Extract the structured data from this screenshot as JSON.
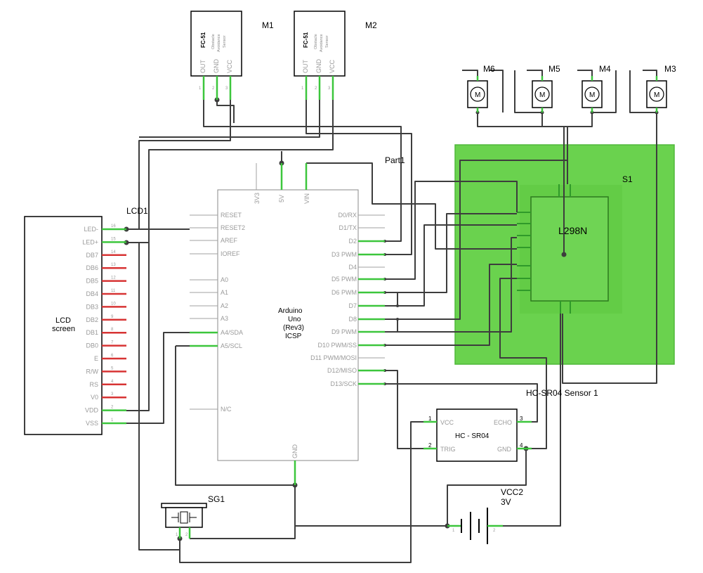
{
  "labels": {
    "lcd_ref": "LCD1",
    "lcd_name_1": "LCD",
    "lcd_name_2": "screen",
    "part_ref": "Part1",
    "ard_1": "Arduino",
    "ard_2": "Uno",
    "ard_3": "(Rev3)",
    "ard_4": "ICSP",
    "m1": "M1",
    "m2": "M2",
    "m3": "M3",
    "m4": "M4",
    "m5": "M5",
    "m6": "M6",
    "s1": "S1",
    "driver": "L298N",
    "hc_ref": "HC-SR04 Sensor 1",
    "hc_name": "HC - SR04",
    "sg_ref": "SG1",
    "vcc_ref": "VCC2",
    "vcc_val": "3V",
    "motor_glyph": "M"
  },
  "ir_sensor": {
    "title": "FC-51",
    "desc_1": "Obstacle",
    "desc_2": "Avoidance",
    "desc_3": "Sensor",
    "pins": [
      "OUT",
      "GND",
      "VCC"
    ],
    "pin_nums": [
      "1",
      "2",
      "3"
    ]
  },
  "lcd_pins": [
    {
      "name": "LED-",
      "num": "16"
    },
    {
      "name": "LED+",
      "num": "15"
    },
    {
      "name": "DB7",
      "num": "14"
    },
    {
      "name": "DB6",
      "num": "13"
    },
    {
      "name": "DB5",
      "num": "12"
    },
    {
      "name": "DB4",
      "num": "11"
    },
    {
      "name": "DB3",
      "num": "10"
    },
    {
      "name": "DB2",
      "num": "9"
    },
    {
      "name": "DB1",
      "num": "8"
    },
    {
      "name": "DB0",
      "num": "7"
    },
    {
      "name": "E",
      "num": "6"
    },
    {
      "name": "R/W",
      "num": "5"
    },
    {
      "name": "RS",
      "num": "4"
    },
    {
      "name": "V0",
      "num": "3"
    },
    {
      "name": "VDD",
      "num": "2"
    },
    {
      "name": "VSS",
      "num": "1"
    }
  ],
  "arduino": {
    "left_pins": [
      "RESET",
      "RESET2",
      "AREF",
      "IOREF",
      "A0",
      "A1",
      "A2",
      "A3",
      "A4/SDA",
      "A5/SCL",
      "N/C"
    ],
    "right_pins": [
      "D0/RX",
      "D1/TX",
      "D2",
      "D3 PWM",
      "D4",
      "D5 PWM",
      "D6 PWM",
      "D7",
      "D8",
      "D9 PWM",
      "D10 PWM/SS",
      "D11 PWM/MOSI",
      "D12/MISO",
      "D13/SCK"
    ],
    "top_pins": [
      "3V3",
      "5V",
      "VIN"
    ],
    "bottom_pin": "GND"
  },
  "hc_sr04": {
    "left_pins": [
      "VCC",
      "TRIG"
    ],
    "right_pins": [
      "ECHO",
      "GND"
    ],
    "left_nums": [
      "1",
      "2"
    ],
    "right_nums": [
      "3",
      "4"
    ]
  },
  "misc": {
    "sg_pin_1": "1",
    "sg_pin_2": "2",
    "bat_pin_1": "1",
    "bat_pin_2": "2"
  }
}
